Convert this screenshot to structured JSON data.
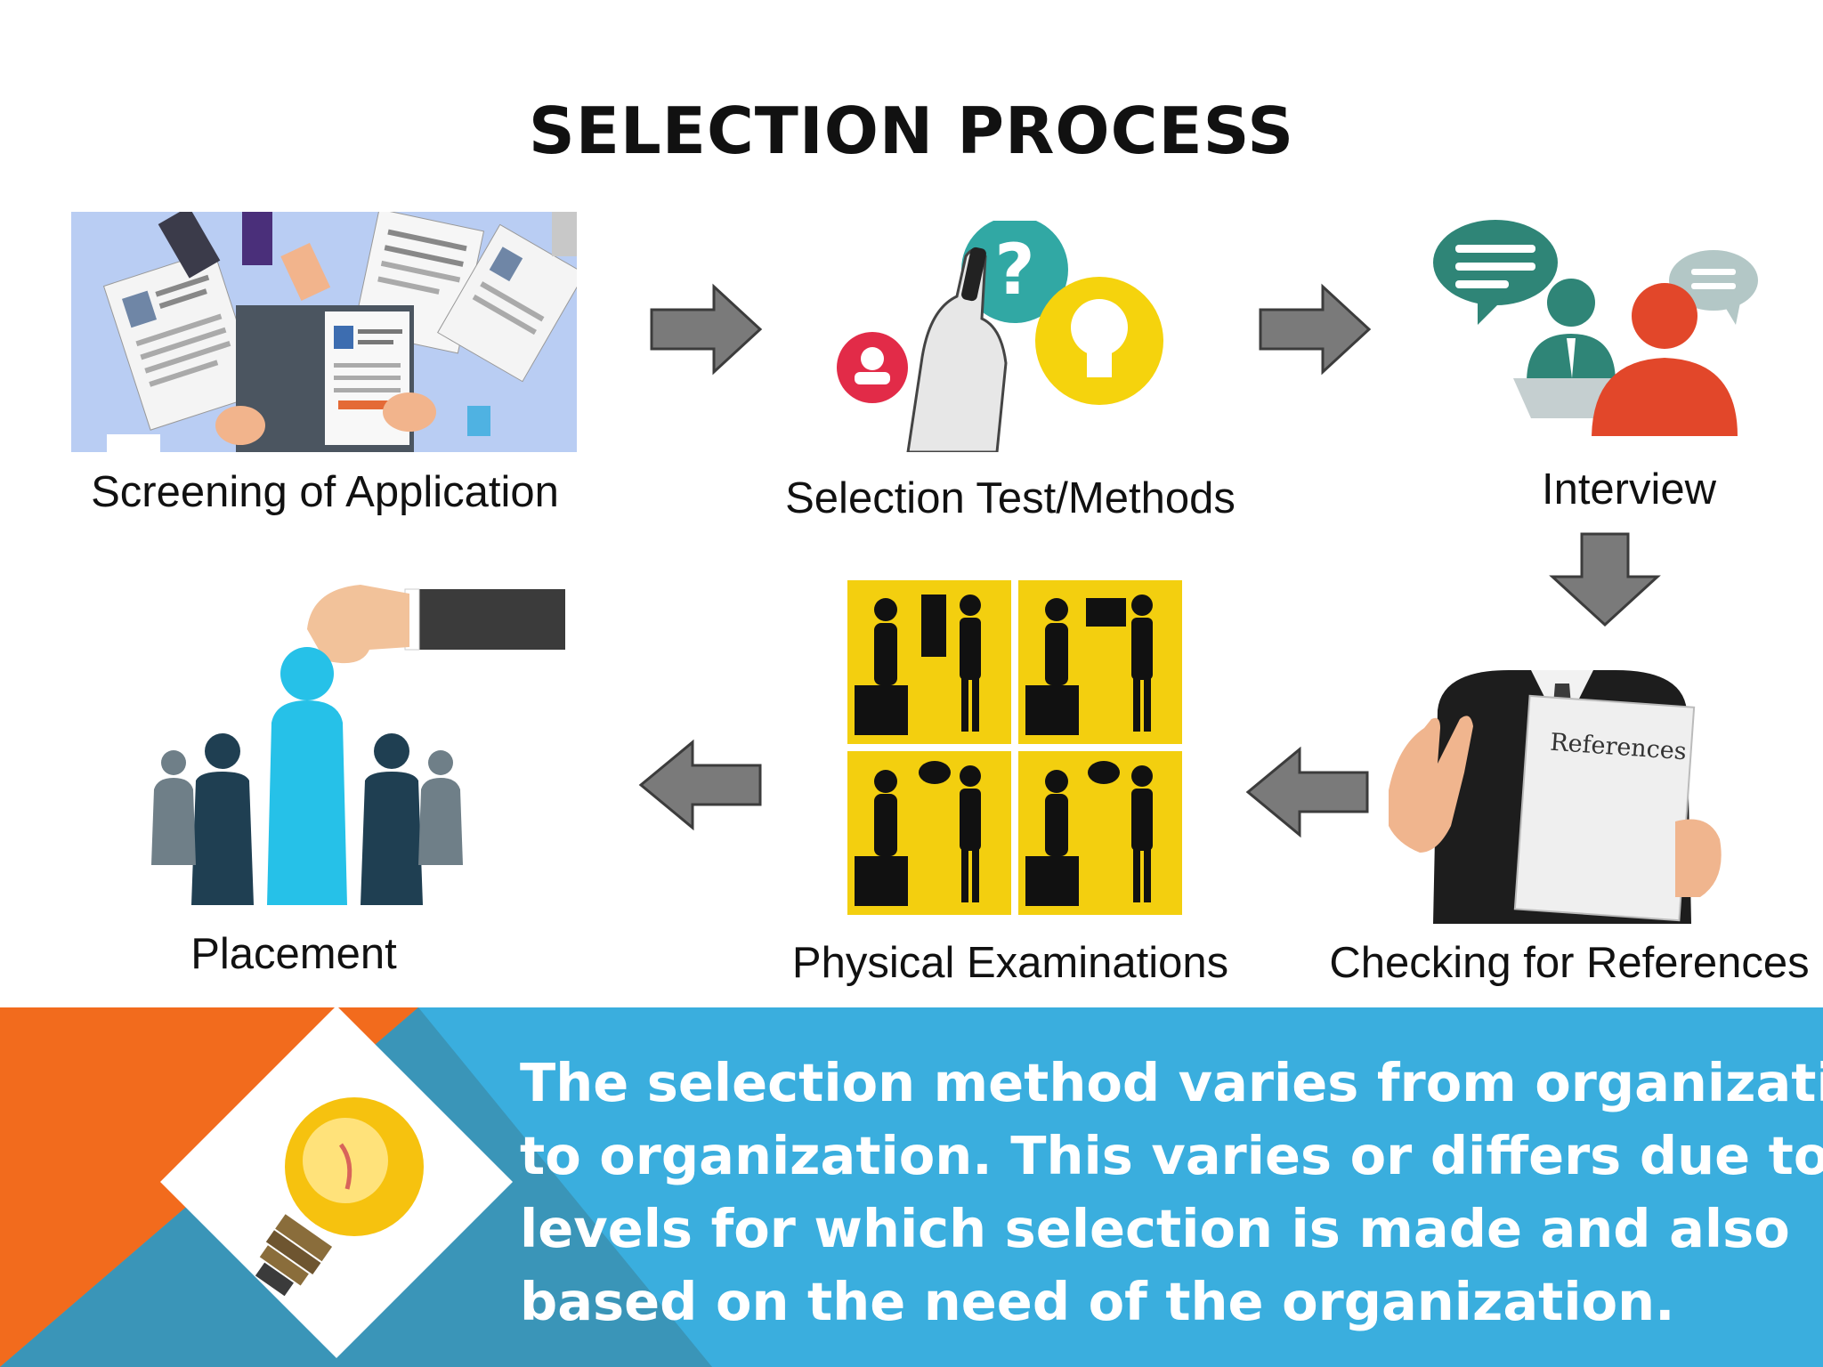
{
  "title": "SELECTION PROCESS",
  "steps": [
    {
      "label": "Screening of Application",
      "icon": "resume-review-icon"
    },
    {
      "label": "Selection Test/Methods",
      "icon": "test-methods-icon"
    },
    {
      "label": "Interview",
      "icon": "interview-icon"
    },
    {
      "label": "Checking for References",
      "icon": "references-icon",
      "sheet_text": "References"
    },
    {
      "label": "Physical Examinations",
      "icon": "physical-exam-icon"
    },
    {
      "label": "Placement",
      "icon": "placement-icon"
    }
  ],
  "note": {
    "lines": [
      "The selection method varies from organization",
      "to organization. This varies or differs due to",
      "levels for which selection is made and also",
      "based on the need of the organization."
    ],
    "icon": "lightbulb-icon"
  },
  "colors": {
    "arrow": "#7a7a7a",
    "banner": "#3aaede",
    "banner_dark": "#3a95b8",
    "accent_orange": "#f26b1d",
    "exam_yellow": "#f3cf0f",
    "teal": "#2f8577",
    "red": "#e2472a"
  }
}
